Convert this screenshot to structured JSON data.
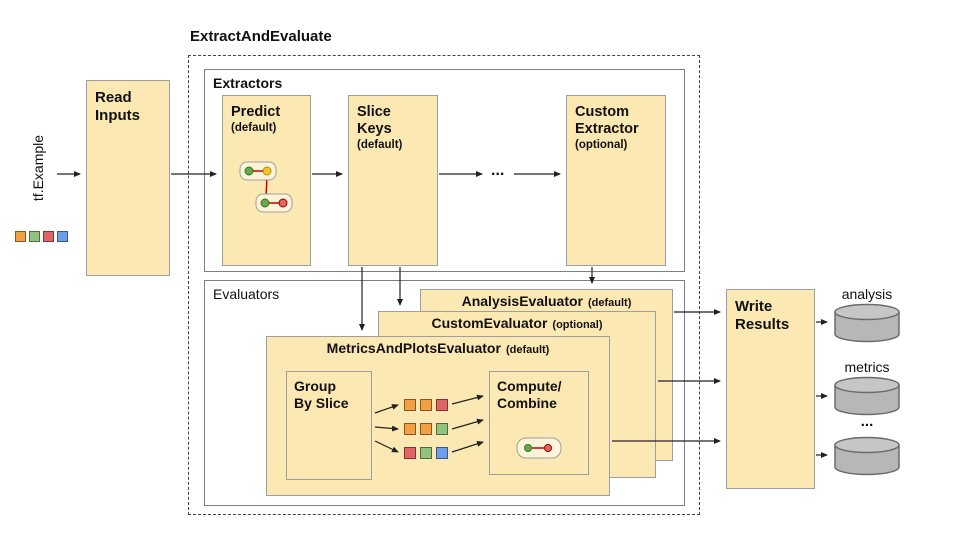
{
  "colors": {
    "box_fill": "#fce8b2",
    "box_border": "#9e9e9e",
    "container_border": "#7f7f7f",
    "dashed_border": "#444444",
    "cylinder_fill": "#b7b7b7",
    "cylinder_stroke": "#6b6b6b",
    "arrow": "#222222",
    "chips": {
      "orange": "#f2a044",
      "yellow": "#f1c232",
      "green": "#93c47d",
      "red": "#e06666",
      "blue": "#6d9eeb"
    }
  },
  "title": "ExtractAndEvaluate",
  "input": {
    "source_label": "tf.Example",
    "source_chips": [
      "orange",
      "green",
      "red",
      "blue"
    ],
    "read_inputs_label": "Read\nInputs"
  },
  "extractors": {
    "label": "Extractors",
    "predict_title": "Predict",
    "predict_subtitle": "(default)",
    "slice_keys_title": "Slice\nKeys",
    "slice_keys_subtitle": "(default)",
    "ellipsis": "...",
    "custom_title": "Custom\nExtractor",
    "custom_subtitle": "(optional)"
  },
  "evaluators": {
    "label": "Evaluators",
    "analysis_title": "AnalysisEvaluator",
    "analysis_subtitle": "(default)",
    "custom_title": "CustomEvaluator",
    "custom_subtitle": "(optional)",
    "metrics_title": "MetricsAndPlotsEvaluator",
    "metrics_subtitle": "(default)",
    "group_by_slice_label": "Group\nBy Slice",
    "compute_combine_label": "Compute/\nCombine",
    "slice_rows": [
      [
        "orange",
        "orange",
        "red"
      ],
      [
        "orange",
        "orange",
        "green"
      ],
      [
        "red",
        "green",
        "blue"
      ]
    ]
  },
  "output": {
    "write_results_label": "Write\nResults",
    "sinks": [
      "analysis",
      "metrics",
      "..."
    ]
  }
}
